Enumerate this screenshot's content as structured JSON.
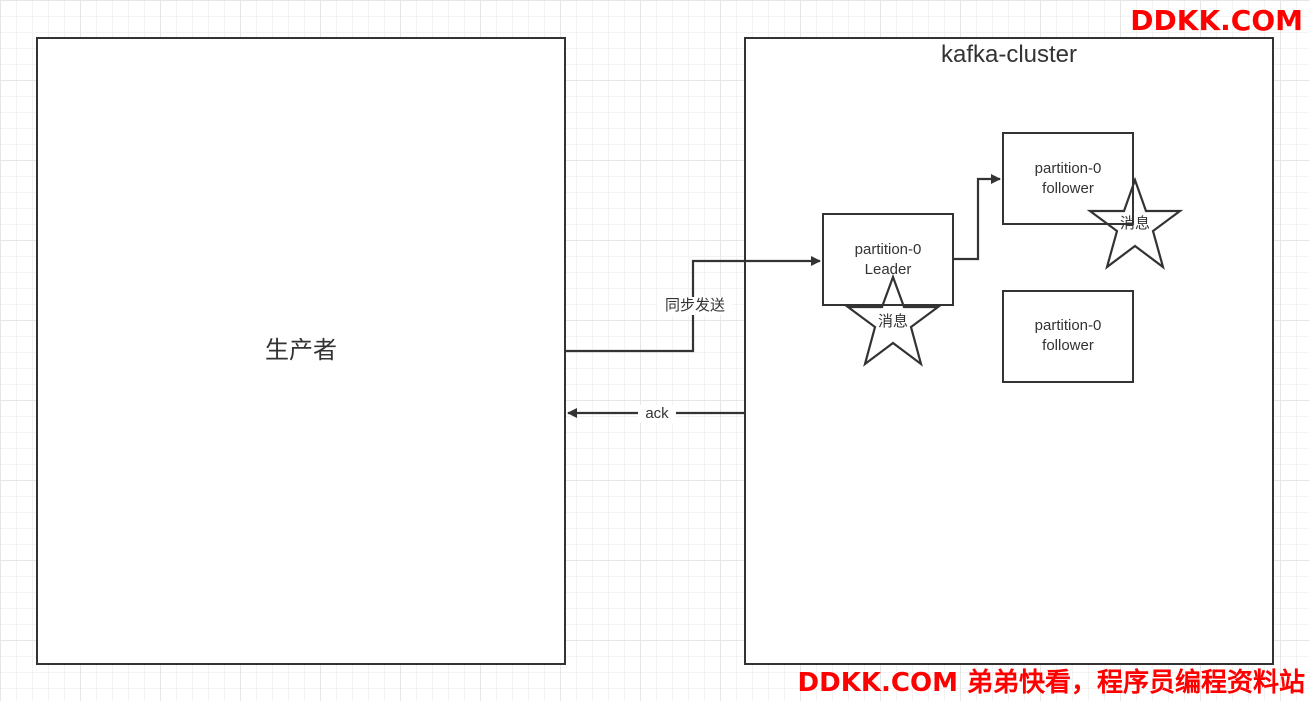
{
  "nodes": {
    "producer": {
      "label": "生产者"
    },
    "cluster": {
      "label": "kafka-cluster"
    },
    "leader": {
      "line1": "partition-0",
      "line2": "Leader"
    },
    "follower1": {
      "line1": "partition-0",
      "line2": "follower"
    },
    "follower2": {
      "line1": "partition-0",
      "line2": "follower"
    },
    "message_star_leader": {
      "label": "消息"
    },
    "message_star_follower": {
      "label": "消息"
    }
  },
  "edges": {
    "sync_send": {
      "from": "producer",
      "to": "leader",
      "label": "同步发送"
    },
    "replicate": {
      "from": "leader",
      "to": "follower1",
      "label": ""
    },
    "ack": {
      "from": "cluster",
      "to": "producer",
      "label": "ack"
    }
  },
  "watermarks": {
    "top": "DDKK.COM",
    "bottom": "DDKK.COM 弟弟快看，程序员编程资料站"
  },
  "colors": {
    "stroke": "#333333",
    "watermark": "#ff0000",
    "background": "#ffffff"
  }
}
